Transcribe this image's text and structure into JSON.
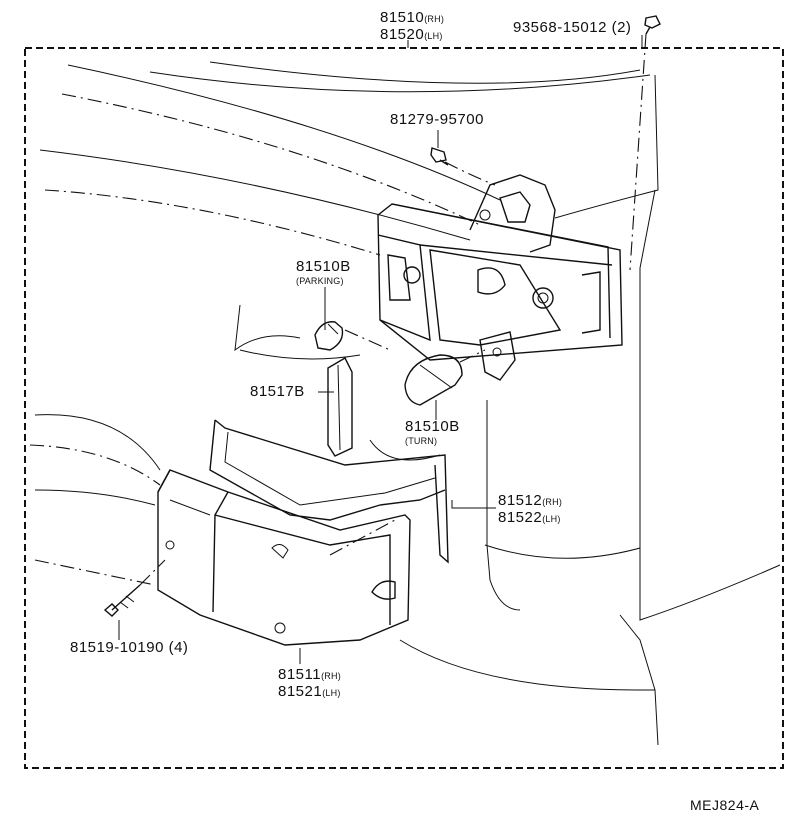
{
  "diagram": {
    "drawing_code": "MEJ824-A",
    "parts": [
      {
        "id": "assembly",
        "numbers": [
          "81510",
          "81520"
        ],
        "suffixes": [
          "(RH)",
          "(LH)"
        ]
      },
      {
        "id": "side-screw",
        "numbers": [
          "93568-15012"
        ],
        "qty": "(2)"
      },
      {
        "id": "mount-screw",
        "numbers": [
          "81279-95700"
        ]
      },
      {
        "id": "parking-bulb",
        "numbers": [
          "81510B"
        ],
        "note": "(PARKING)"
      },
      {
        "id": "socket",
        "numbers": [
          "81517B"
        ]
      },
      {
        "id": "turn-bulb",
        "numbers": [
          "81510B"
        ],
        "note": "(TURN)"
      },
      {
        "id": "gasket",
        "numbers": [
          "81512",
          "81522"
        ],
        "suffixes": [
          "(RH)",
          "(LH)"
        ]
      },
      {
        "id": "lens-screw",
        "numbers": [
          "81519-10190"
        ],
        "qty": "(4)"
      },
      {
        "id": "lens",
        "numbers": [
          "81511",
          "81521"
        ],
        "suffixes": [
          "(RH)",
          "(LH)"
        ]
      }
    ]
  }
}
